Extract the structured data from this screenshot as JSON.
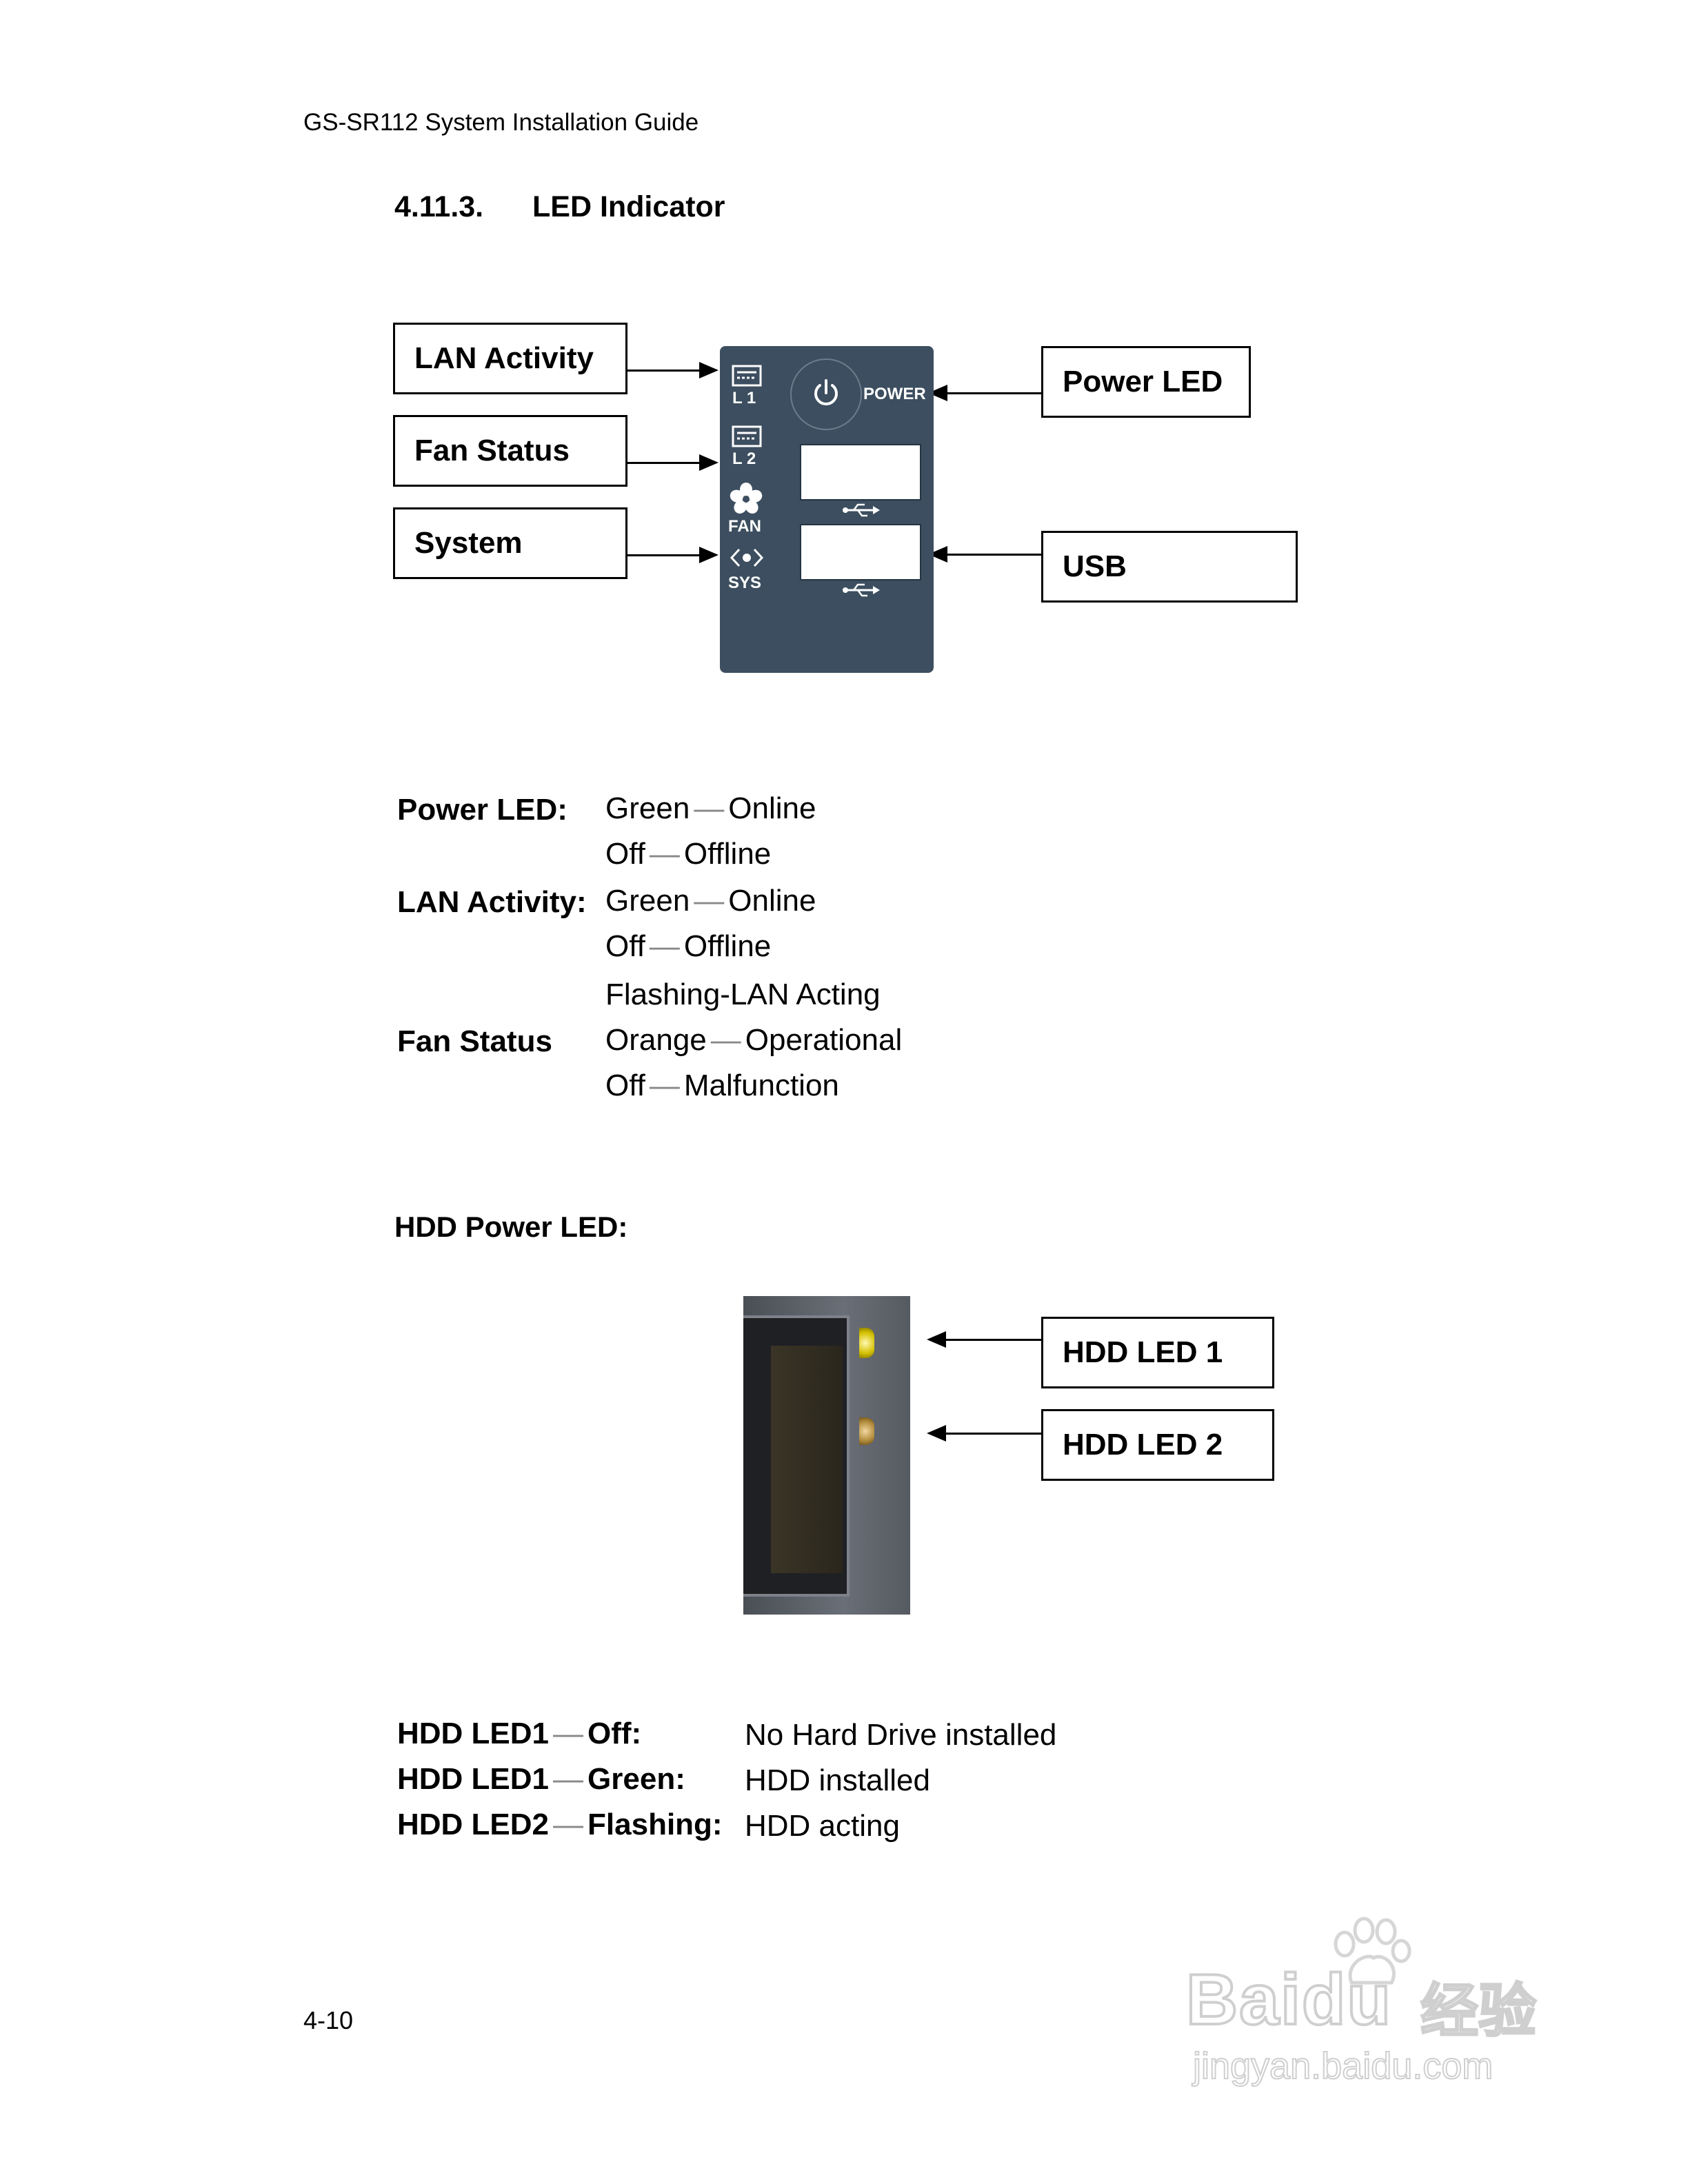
{
  "header": {
    "title": "GS-SR112 System Installation Guide"
  },
  "section": {
    "number": "4.11.3.",
    "title": "LED Indicator"
  },
  "diagram1": {
    "callouts": {
      "lan": "LAN Activity",
      "fan": "Fan Status",
      "system": "System",
      "power": "Power LED",
      "usb": "USB"
    },
    "panel_labels": {
      "l1": "L 1",
      "l2": "L 2",
      "fan": "FAN",
      "sys": "SYS",
      "power": "POWER"
    },
    "panel_color": "#3c4e5f"
  },
  "led_descriptions": [
    {
      "key": "Power LED:",
      "values": [
        "Green",
        "Online",
        "Off",
        "Offline"
      ]
    },
    {
      "key": "LAN Activity:",
      "values": [
        "Green",
        "Online",
        "Off",
        "Offline",
        "Flashing-LAN Acting"
      ]
    },
    {
      "key": "Fan Status",
      "values": [
        "Orange",
        "Operational",
        "Off",
        "Malfunction"
      ]
    }
  ],
  "power_led": {
    "label": "Power LED:",
    "line1_a": "Green",
    "line1_b": "Online",
    "line2_a": "Off",
    "line2_b": "Offline"
  },
  "lan_activity": {
    "label": "LAN Activity:",
    "line1_a": "Green",
    "line1_b": "Online",
    "line2_a": "Off",
    "line2_b": "Offline",
    "line3": "Flashing-LAN Acting"
  },
  "fan_status": {
    "label": "Fan Status",
    "line1_a": "Orange",
    "line1_b": "Operational",
    "line2_a": "Off",
    "line2_b": "Malfunction"
  },
  "hdd_section": {
    "title": "HDD Power LED:"
  },
  "diagram2": {
    "callouts": {
      "led1": "HDD LED 1",
      "led2": "HDD LED 2"
    }
  },
  "hdd_table": {
    "r1": {
      "a": "HDD LED1",
      "b": "Off:",
      "v": "No Hard Drive installed"
    },
    "r2": {
      "a": "HDD LED1",
      "b": "Green:",
      "v": "HDD installed"
    },
    "r3": {
      "a": "HDD LED2",
      "b": "Flashing:",
      "v": "HDD acting"
    }
  },
  "footer": {
    "page": "4-10"
  },
  "watermark": {
    "brand": "Baidu",
    "cn": "经验",
    "url": "jingyan.baidu.com"
  },
  "separator": "—"
}
